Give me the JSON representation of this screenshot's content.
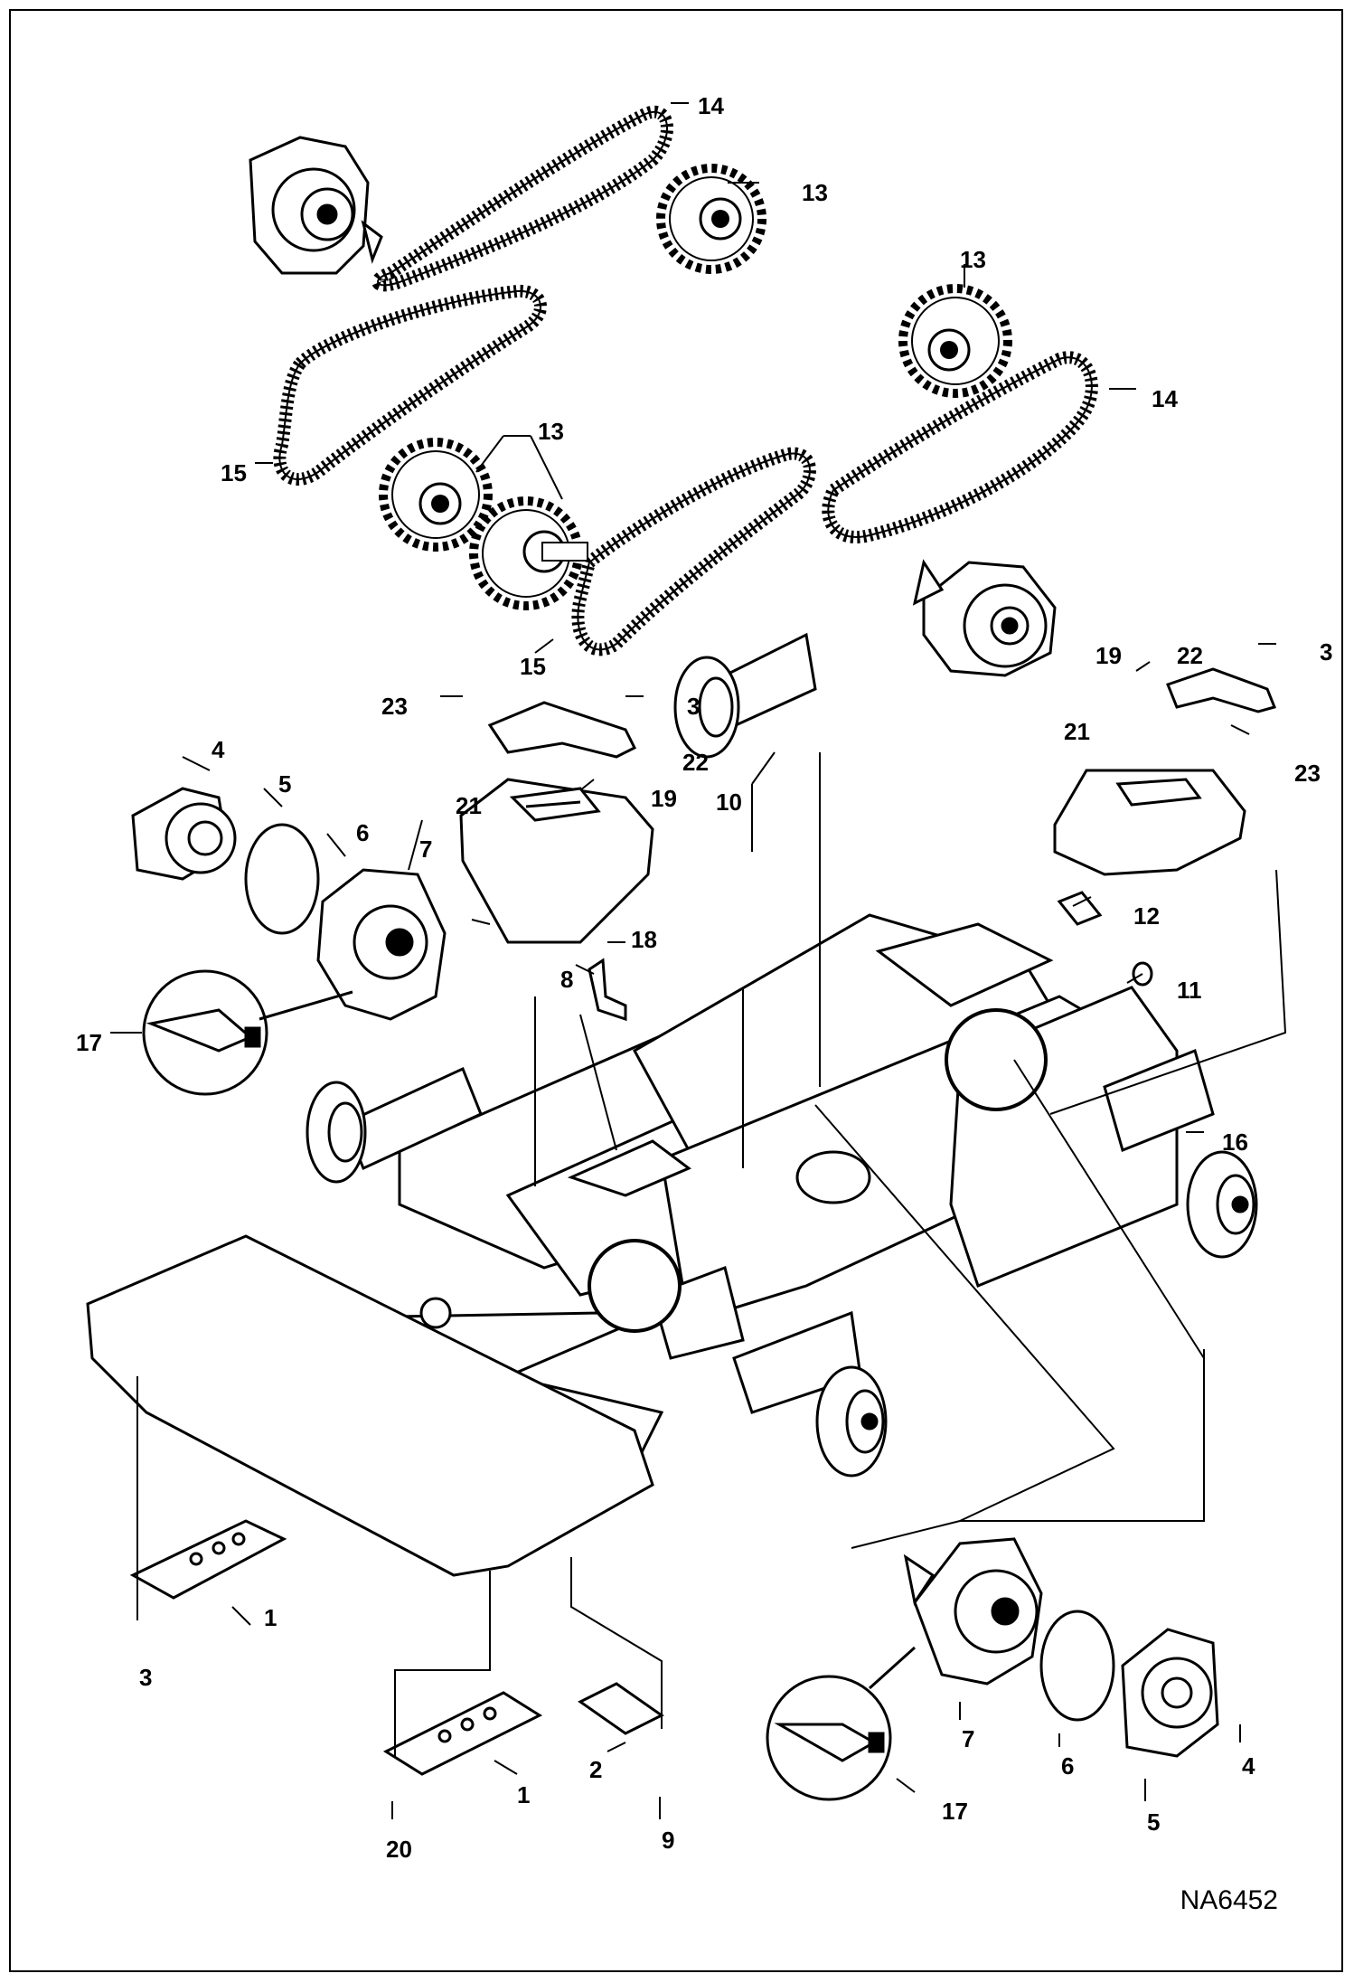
{
  "drawing_number": "NA6452",
  "callouts": [
    {
      "id": "c14a",
      "text": "14"
    },
    {
      "id": "c13a",
      "text": "13"
    },
    {
      "id": "c13b",
      "text": "13"
    },
    {
      "id": "c14b",
      "text": "14"
    },
    {
      "id": "c13c",
      "text": "13"
    },
    {
      "id": "c15a",
      "text": "15"
    },
    {
      "id": "c15b",
      "text": "15"
    },
    {
      "id": "c19a",
      "text": "19"
    },
    {
      "id": "c22a",
      "text": "22"
    },
    {
      "id": "c3a",
      "text": "3"
    },
    {
      "id": "c23a",
      "text": "23"
    },
    {
      "id": "c3b",
      "text": "3"
    },
    {
      "id": "c22b",
      "text": "22"
    },
    {
      "id": "c21a",
      "text": "21"
    },
    {
      "id": "c23b",
      "text": "23"
    },
    {
      "id": "c4a",
      "text": "4"
    },
    {
      "id": "c5a",
      "text": "5"
    },
    {
      "id": "c19b",
      "text": "19"
    },
    {
      "id": "c10",
      "text": "10"
    },
    {
      "id": "c21b",
      "text": "21"
    },
    {
      "id": "c6a",
      "text": "6"
    },
    {
      "id": "c7a",
      "text": "7"
    },
    {
      "id": "c12",
      "text": "12"
    },
    {
      "id": "c18",
      "text": "18"
    },
    {
      "id": "c8",
      "text": "8"
    },
    {
      "id": "c11",
      "text": "11"
    },
    {
      "id": "c17a",
      "text": "17"
    },
    {
      "id": "c16",
      "text": "16"
    },
    {
      "id": "c1a",
      "text": "1"
    },
    {
      "id": "c3c",
      "text": "3"
    },
    {
      "id": "c1b",
      "text": "1"
    },
    {
      "id": "c2",
      "text": "2"
    },
    {
      "id": "c20",
      "text": "20"
    },
    {
      "id": "c9",
      "text": "9"
    },
    {
      "id": "c7b",
      "text": "7"
    },
    {
      "id": "c6b",
      "text": "6"
    },
    {
      "id": "c4b",
      "text": "4"
    },
    {
      "id": "c17b",
      "text": "17"
    },
    {
      "id": "c5b",
      "text": "5"
    }
  ]
}
